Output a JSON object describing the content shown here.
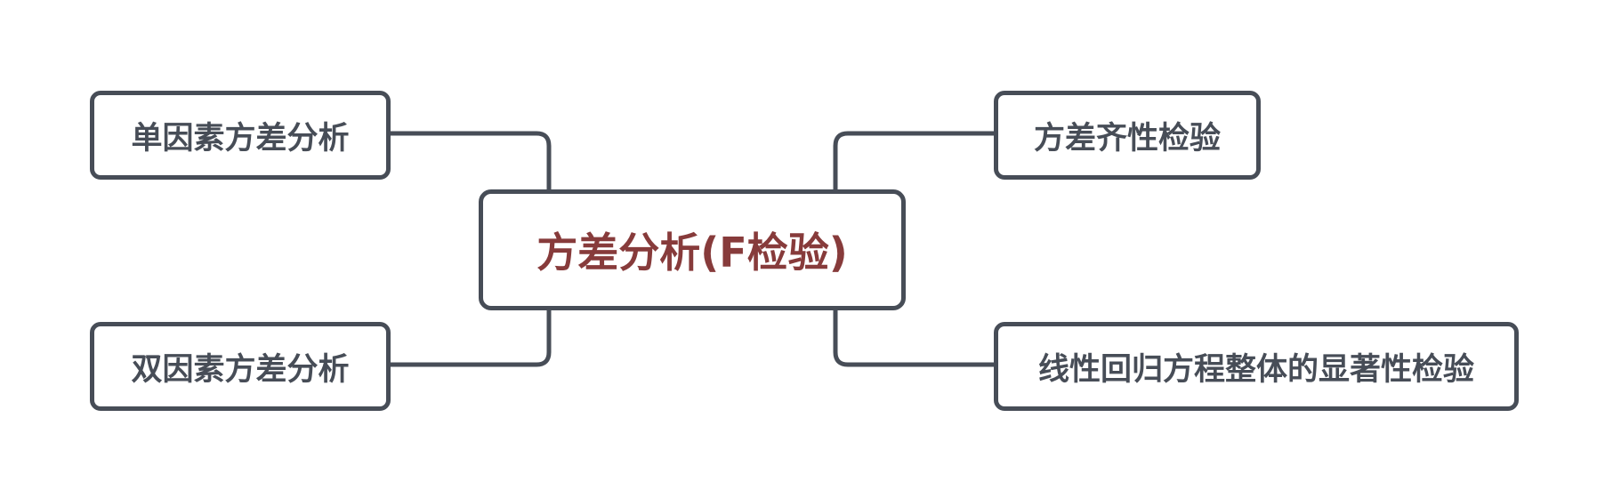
{
  "diagram": {
    "type": "mind-map",
    "root": {
      "label": "方差分析(F检验)",
      "color": "#873b3b"
    },
    "branches": [
      {
        "label": "单因素方差分析"
      },
      {
        "label": "双因素方差分析"
      },
      {
        "label": "方差齐性检验"
      },
      {
        "label": "线性回归方程整体的显著性检验"
      }
    ],
    "colors": {
      "border": "#474d57",
      "text": "#474d57",
      "background": "#ffffff"
    }
  }
}
